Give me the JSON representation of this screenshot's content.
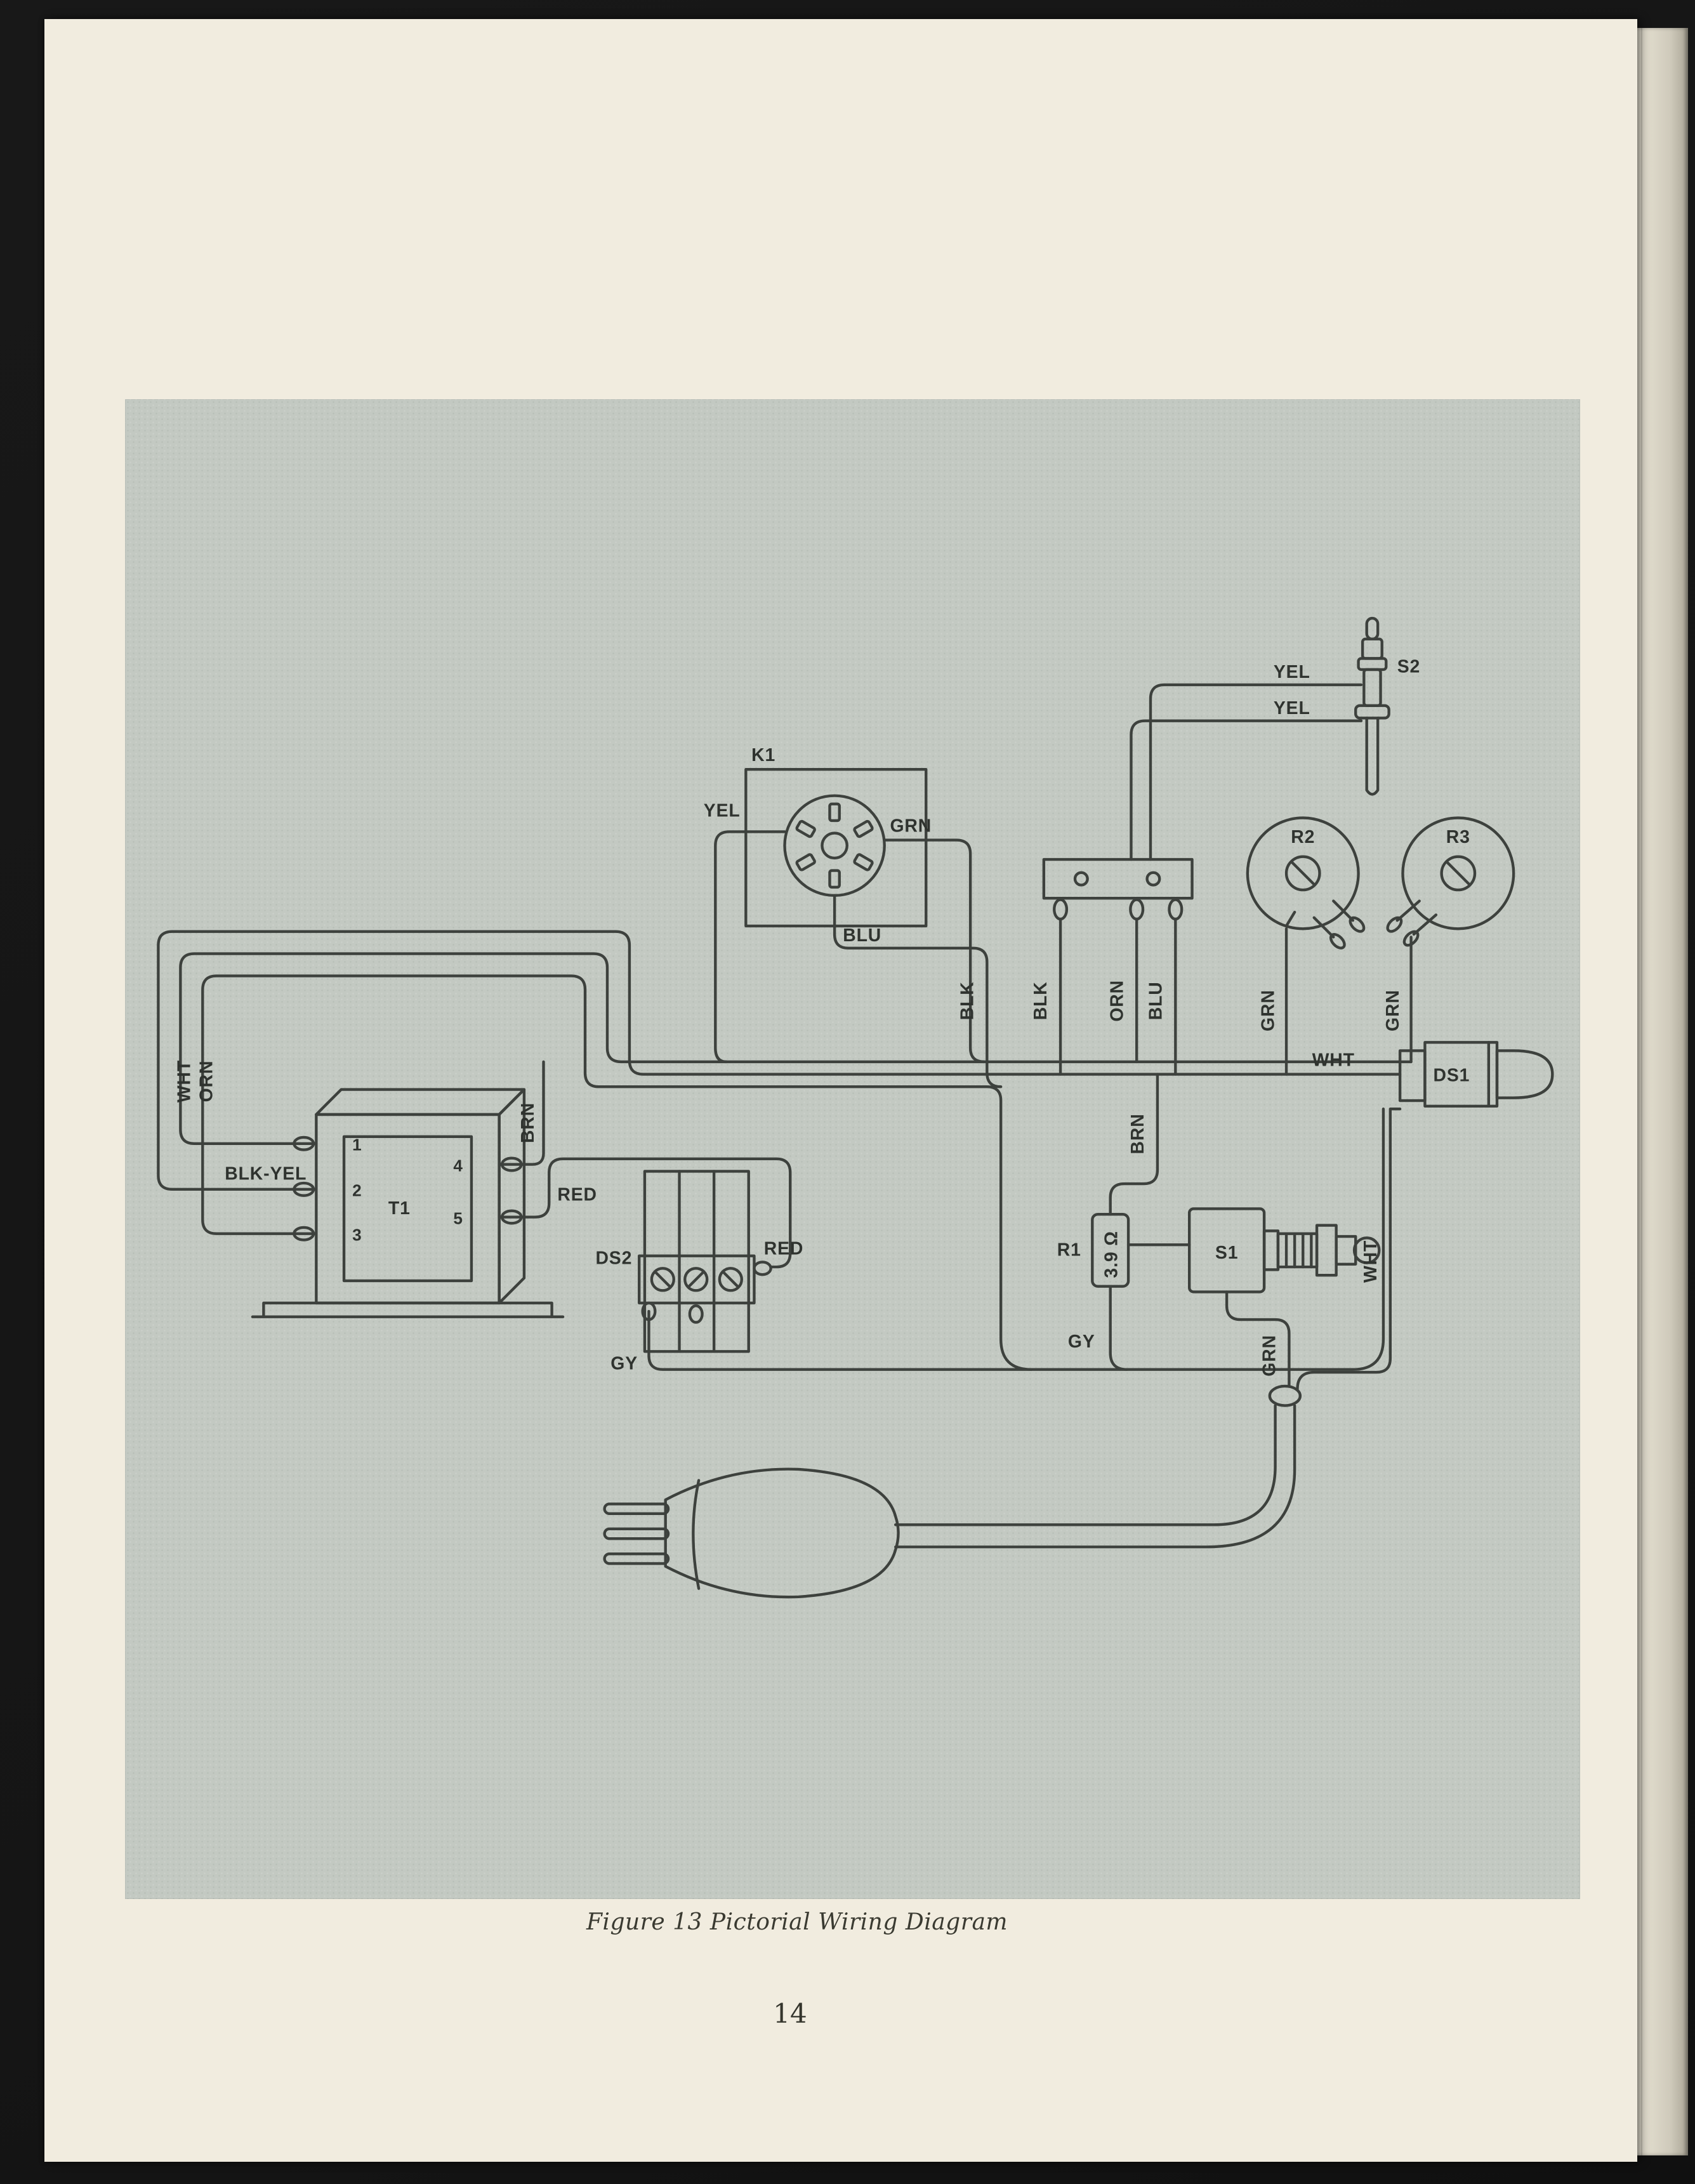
{
  "page": {
    "caption": "Figure 13 Pictorial Wiring Diagram",
    "page_number": "14"
  },
  "components": {
    "t1": {
      "label": "T1",
      "pin1": "1",
      "pin2": "2",
      "pin3": "3",
      "pin4": "4",
      "pin5": "5"
    },
    "k1": {
      "label": "K1"
    },
    "s2": {
      "label": "S2"
    },
    "r2": {
      "label": "R2"
    },
    "r3": {
      "label": "R3"
    },
    "ds1": {
      "label": "DS1"
    },
    "ds2": {
      "label": "DS2"
    },
    "r1": {
      "label": "R1",
      "value": "3.9 Ω"
    },
    "s1": {
      "label": "S1"
    }
  },
  "wires": {
    "k1_yel": "YEL",
    "k1_grn": "GRN",
    "k1_blu": "BLU",
    "s2_yel_upper": "YEL",
    "s2_yel_lower": "YEL",
    "blk_left": "BLK",
    "blk_strip": "BLK",
    "orn_strip": "ORN",
    "blu_strip": "BLU",
    "grn_r2": "GRN",
    "grn_r3": "GRN",
    "wht_ds1": "WHT",
    "brn_s1": "BRN",
    "wht_cord": "WHT",
    "grn_cord": "GRN",
    "gy_r1": "GY",
    "wht_t1": "WHT",
    "orn_t1": "ORN",
    "blkyel_t1": "BLK-YEL",
    "brn_t1": "BRN",
    "red_t1": "RED",
    "red_ds2": "RED",
    "gy_ds2": "GY"
  },
  "colors": {
    "background": "#141414",
    "page": "#f1ecdf",
    "panel": "#c3c9c2",
    "ink": "#3d413d"
  }
}
